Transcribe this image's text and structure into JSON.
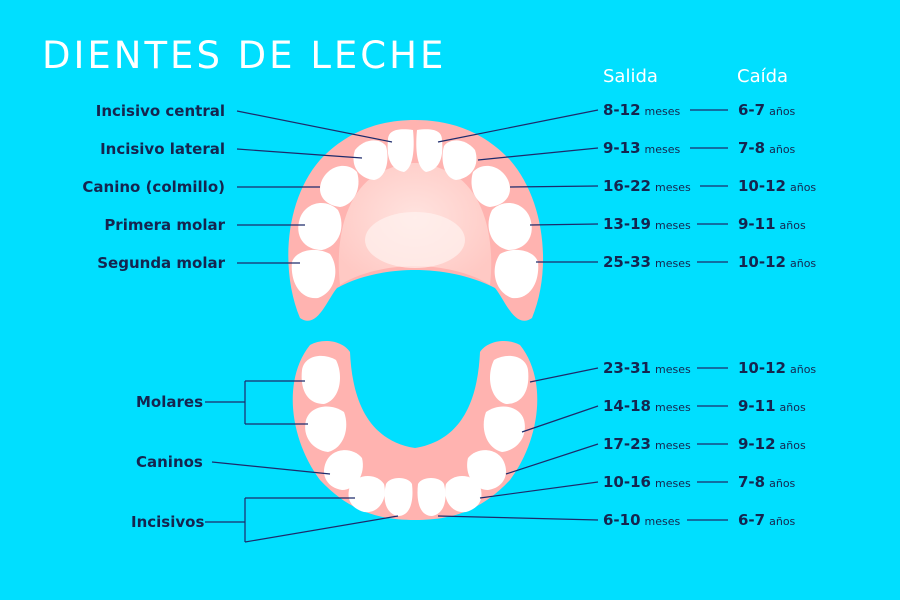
{
  "title": "DIENTES DE LECHE",
  "headers": {
    "salida": "Salida",
    "caida": "Caída"
  },
  "upper": {
    "labels": [
      "Incisivo central",
      "Incisivo lateral",
      "Canino (colmillo)",
      "Primera molar",
      "Segunda molar"
    ],
    "rows": [
      {
        "salida": "8-12",
        "salida_unit": "meses",
        "caida": "6-7",
        "caida_unit": "años"
      },
      {
        "salida": "9-13",
        "salida_unit": "meses",
        "caida": "7-8",
        "caida_unit": "años"
      },
      {
        "salida": "16-22",
        "salida_unit": "meses",
        "caida": "10-12",
        "caida_unit": "años"
      },
      {
        "salida": "13-19",
        "salida_unit": "meses",
        "caida": "9-11",
        "caida_unit": "años"
      },
      {
        "salida": "25-33",
        "salida_unit": "meses",
        "caida": "10-12",
        "caida_unit": "años"
      }
    ]
  },
  "lower": {
    "labels": [
      "Molares",
      "Caninos",
      "Incisivos"
    ],
    "rows": [
      {
        "salida": "23-31",
        "salida_unit": "meses",
        "caida": "10-12",
        "caida_unit": "años"
      },
      {
        "salida": "14-18",
        "salida_unit": "meses",
        "caida": "9-11",
        "caida_unit": "años"
      },
      {
        "salida": "17-23",
        "salida_unit": "meses",
        "caida": "9-12",
        "caida_unit": "años"
      },
      {
        "salida": "10-16",
        "salida_unit": "meses",
        "caida": "7-8",
        "caida_unit": "años"
      },
      {
        "salida": "6-10",
        "salida_unit": "meses",
        "caida": "6-7",
        "caida_unit": "años"
      }
    ]
  },
  "colors": {
    "background": "#00dfff",
    "gum": "#ffb3b0",
    "palate": "#ffd9d5",
    "tooth": "#ffffff",
    "text": "#15254f",
    "line": "#1d2a6b"
  }
}
